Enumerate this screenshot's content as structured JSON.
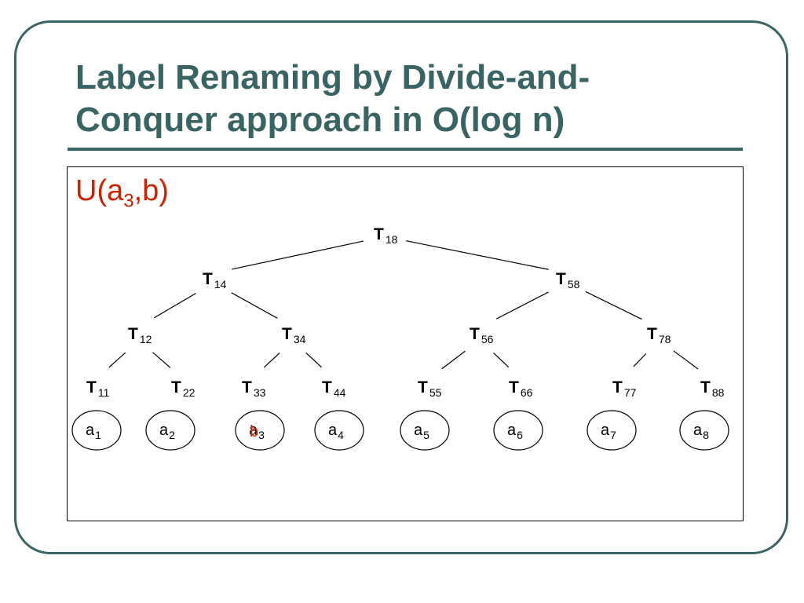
{
  "slide": {
    "title_line1": "Label Renaming by Divide-and-",
    "title_line2": "Conquer approach in O(log n)",
    "operation": {
      "prefix": "U(a",
      "sub": "3",
      "suffix": ",b)"
    }
  },
  "tree": {
    "nodes": [
      {
        "id": "T18",
        "letter": "T",
        "sub": "18"
      },
      {
        "id": "T14",
        "letter": "T",
        "sub": "14"
      },
      {
        "id": "T58",
        "letter": "T",
        "sub": "58"
      },
      {
        "id": "T12",
        "letter": "T",
        "sub": "12"
      },
      {
        "id": "T34",
        "letter": "T",
        "sub": "34"
      },
      {
        "id": "T56",
        "letter": "T",
        "sub": "56"
      },
      {
        "id": "T78",
        "letter": "T",
        "sub": "78"
      },
      {
        "id": "T11",
        "letter": "T",
        "sub": "11"
      },
      {
        "id": "T22",
        "letter": "T",
        "sub": "22"
      },
      {
        "id": "T33",
        "letter": "T",
        "sub": "33"
      },
      {
        "id": "T44",
        "letter": "T",
        "sub": "44"
      },
      {
        "id": "T55",
        "letter": "T",
        "sub": "55"
      },
      {
        "id": "T66",
        "letter": "T",
        "sub": "66"
      },
      {
        "id": "T77",
        "letter": "T",
        "sub": "77"
      },
      {
        "id": "T88",
        "letter": "T",
        "sub": "88"
      }
    ],
    "edges": [
      [
        "T18",
        "T14"
      ],
      [
        "T18",
        "T58"
      ],
      [
        "T14",
        "T12"
      ],
      [
        "T14",
        "T34"
      ],
      [
        "T58",
        "T56"
      ],
      [
        "T58",
        "T78"
      ],
      [
        "T12",
        "T11"
      ],
      [
        "T12",
        "T22"
      ],
      [
        "T34",
        "T33"
      ],
      [
        "T34",
        "T44"
      ],
      [
        "T56",
        "T55"
      ],
      [
        "T56",
        "T66"
      ],
      [
        "T78",
        "T77"
      ],
      [
        "T78",
        "T88"
      ]
    ],
    "leaves": [
      {
        "id": "a1",
        "letter": "a",
        "sub": "1"
      },
      {
        "id": "a2",
        "letter": "a",
        "sub": "2"
      },
      {
        "id": "a3",
        "letter": "a",
        "sub": "3",
        "overlay": "b"
      },
      {
        "id": "a4",
        "letter": "a",
        "sub": "4"
      },
      {
        "id": "a5",
        "letter": "a",
        "sub": "5"
      },
      {
        "id": "a6",
        "letter": "a",
        "sub": "6"
      },
      {
        "id": "a7",
        "letter": "a",
        "sub": "7"
      },
      {
        "id": "a8",
        "letter": "a",
        "sub": "8"
      }
    ]
  },
  "colors": {
    "title": "#3a6464",
    "highlight": "#cc2200",
    "ink": "#000000"
  }
}
